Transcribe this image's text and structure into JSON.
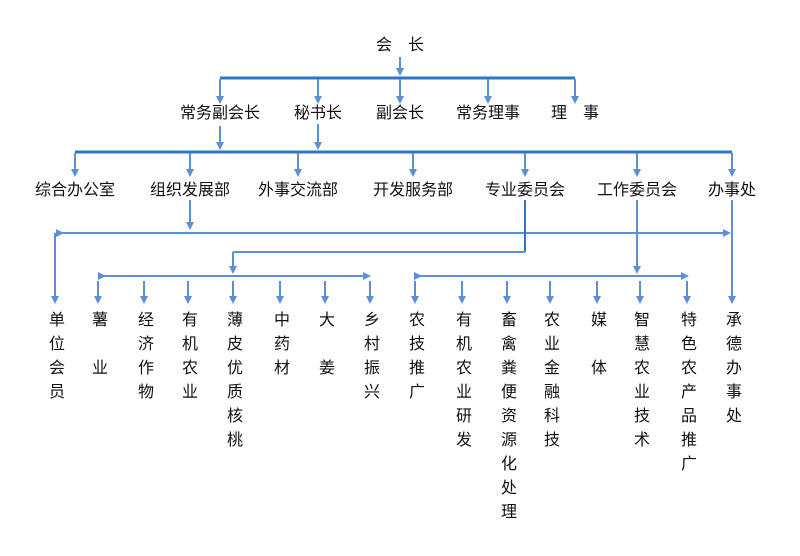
{
  "colors": {
    "line": "#5b8fd6",
    "bar": "#2e75c5"
  },
  "top": {
    "title": "会　长"
  },
  "level2": [
    "常务副会长",
    "秘书长",
    "副会长",
    "常务理事",
    "理　事"
  ],
  "level3": [
    "综合办公室",
    "组织发展部",
    "外事交流部",
    "开发服务部",
    "专业委员会",
    "工作委员会",
    "办事处"
  ],
  "level4": [
    "单位会员",
    "薯　业",
    "经济作物",
    "有机农业",
    "薄皮优质核桃",
    "中药材",
    "大　姜",
    "乡村振兴",
    "农技推广",
    "有机农业研发",
    "畜禽粪便资源化处理",
    "农业金融科技",
    "媒　体",
    "智慧农业技术",
    "特色农产品推广",
    "承德办事处"
  ]
}
